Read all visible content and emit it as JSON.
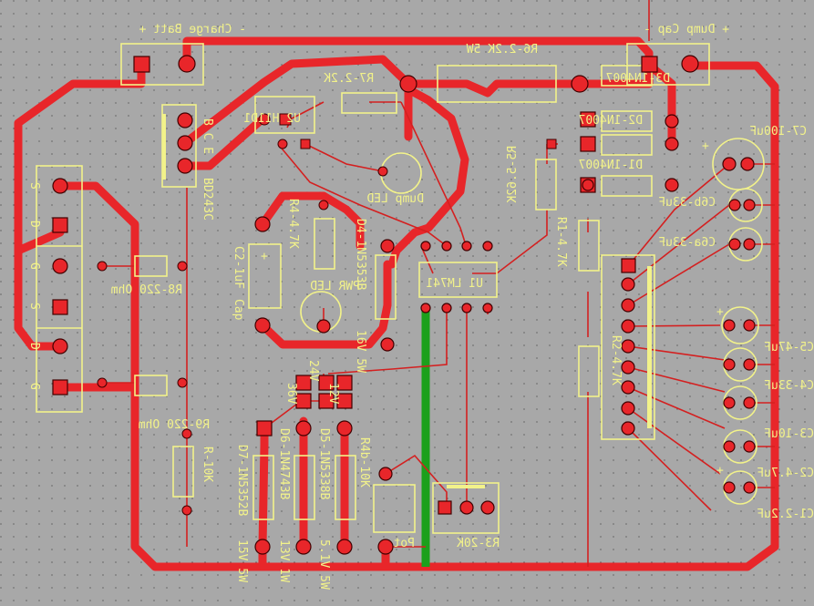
{
  "colors": {
    "background": "#a8a8a8",
    "trace_top": "#e8262a",
    "silkscreen": "#f2f28a",
    "ground_strip": "#1ca01c",
    "thin_trace": "#d42020"
  },
  "connectors": {
    "charge_batt": "-  Charge Batt  +",
    "dump_cap": "+  Dump Cap  -"
  },
  "labels": {
    "r6": "R6-2.2K 5W",
    "r7": "R7-2.2K",
    "u2": "U2 H11D1",
    "d3": "D3-1N4007",
    "d2": "D2-1N4007",
    "d1": "D1-1N4007",
    "r5": "R5-5.62K",
    "c7": "C7-100uF",
    "c6b": "C6b-33uF",
    "c6a": "C6a-33uF",
    "dump_led": "Dump LED",
    "bd_pins": "B  C  E",
    "bd_part": "BD243C",
    "r4": "R4-4.7K",
    "pwr_led": "PWR LED",
    "d4": "D4-1N5353B",
    "d4_rating": "16V  5W",
    "c2": "C2-1uF",
    "cap": "Cap",
    "u1": "U1 LM741",
    "r1": "R1-4.7K",
    "r2": "R2-4.7K",
    "r8": "R8-220 Ohm",
    "r9": "R9-220 Ohm",
    "r_10k": "R-10K",
    "d7": "D7-1N5352B",
    "d7_rating": "15V 5W",
    "d6": "D6-1N4743B",
    "d6_rating": "13V 1W",
    "d5": "D5-1N5338B",
    "d5_rating": "5.1V 5W",
    "r4b": "R4b-10K",
    "pot": "Pot",
    "r3": "R3-20K",
    "c5": "C5-47uF",
    "c4": "C4-33uF",
    "c3": "C3-10uF",
    "c2b": "C2-4.7uF",
    "c1": "C1-2.2uF",
    "tr_1": "S",
    "tr_2": "D",
    "tr_3": "G",
    "tr_4": "S",
    "tr_5": "D",
    "tr_6": "G",
    "jumper_a": "36V",
    "jumper_b": "24V",
    "jumper_c": "12V",
    "plus_1": "+",
    "plus_2": "+",
    "plus_3": "+",
    "plus_4": "+"
  }
}
